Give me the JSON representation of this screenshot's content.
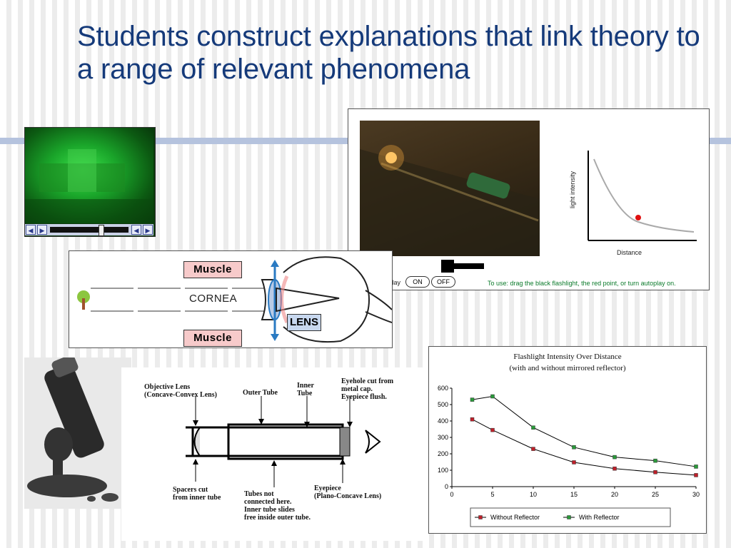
{
  "slide": {
    "title": "Students construct explanations that link theory to a range of relevant phenomena"
  },
  "video_player": {
    "buttons": [
      "◀",
      "▶",
      "◀",
      "▶"
    ]
  },
  "flashlight_sim": {
    "graph": {
      "ylabel": "light intensity",
      "xlabel": "Distance"
    },
    "autoplay_label": "Autoplay",
    "on_label": "ON",
    "off_label": "OFF",
    "hint": "To use: drag the black flashlight, the red point, or turn autoplay on."
  },
  "eye_diagram": {
    "muscle_top": "Muscle",
    "cornea": "CORNEA",
    "lens": "LENS",
    "muscle_bottom": "Muscle"
  },
  "telescope_diagram": {
    "objective": "Objective Lens\n(Concave-Convex Lens)",
    "outer_tube": "Outer Tube",
    "inner_tube": "Inner\nTube",
    "eyehole": "Eyehole cut from\nmetal cap.\nEyepiece flush.",
    "spacers": "Spacers cut\nfrom inner tube",
    "tubes_note": "Tubes not\nconnected here.\nInner tube slides\nfree inside outer tube.",
    "eyepiece": "Eyepiece\n(Plano-Concave Lens)"
  },
  "chart_data": {
    "type": "line",
    "title": "Flashlight Intensity Over Distance",
    "subtitle": "(with and without mirrored reflector)",
    "x": [
      2.5,
      5,
      10,
      15,
      20,
      25,
      30
    ],
    "x_ticks": [
      0,
      5,
      10,
      15,
      20,
      25,
      30
    ],
    "y_ticks": [
      0,
      100,
      200,
      300,
      400,
      500,
      600
    ],
    "xlim": [
      0,
      30
    ],
    "ylim": [
      0,
      600
    ],
    "legend_position": "bottom",
    "series": [
      {
        "name": "Without Reflector",
        "color": "#c0202a",
        "values": [
          410,
          345,
          230,
          148,
          110,
          88,
          70
        ]
      },
      {
        "name": "With Reflector",
        "color": "#2a9a3a",
        "values": [
          530,
          550,
          360,
          240,
          180,
          158,
          122
        ]
      }
    ]
  },
  "colors": {
    "title": "#153a7a",
    "accent_bar": "#b5c3de"
  }
}
